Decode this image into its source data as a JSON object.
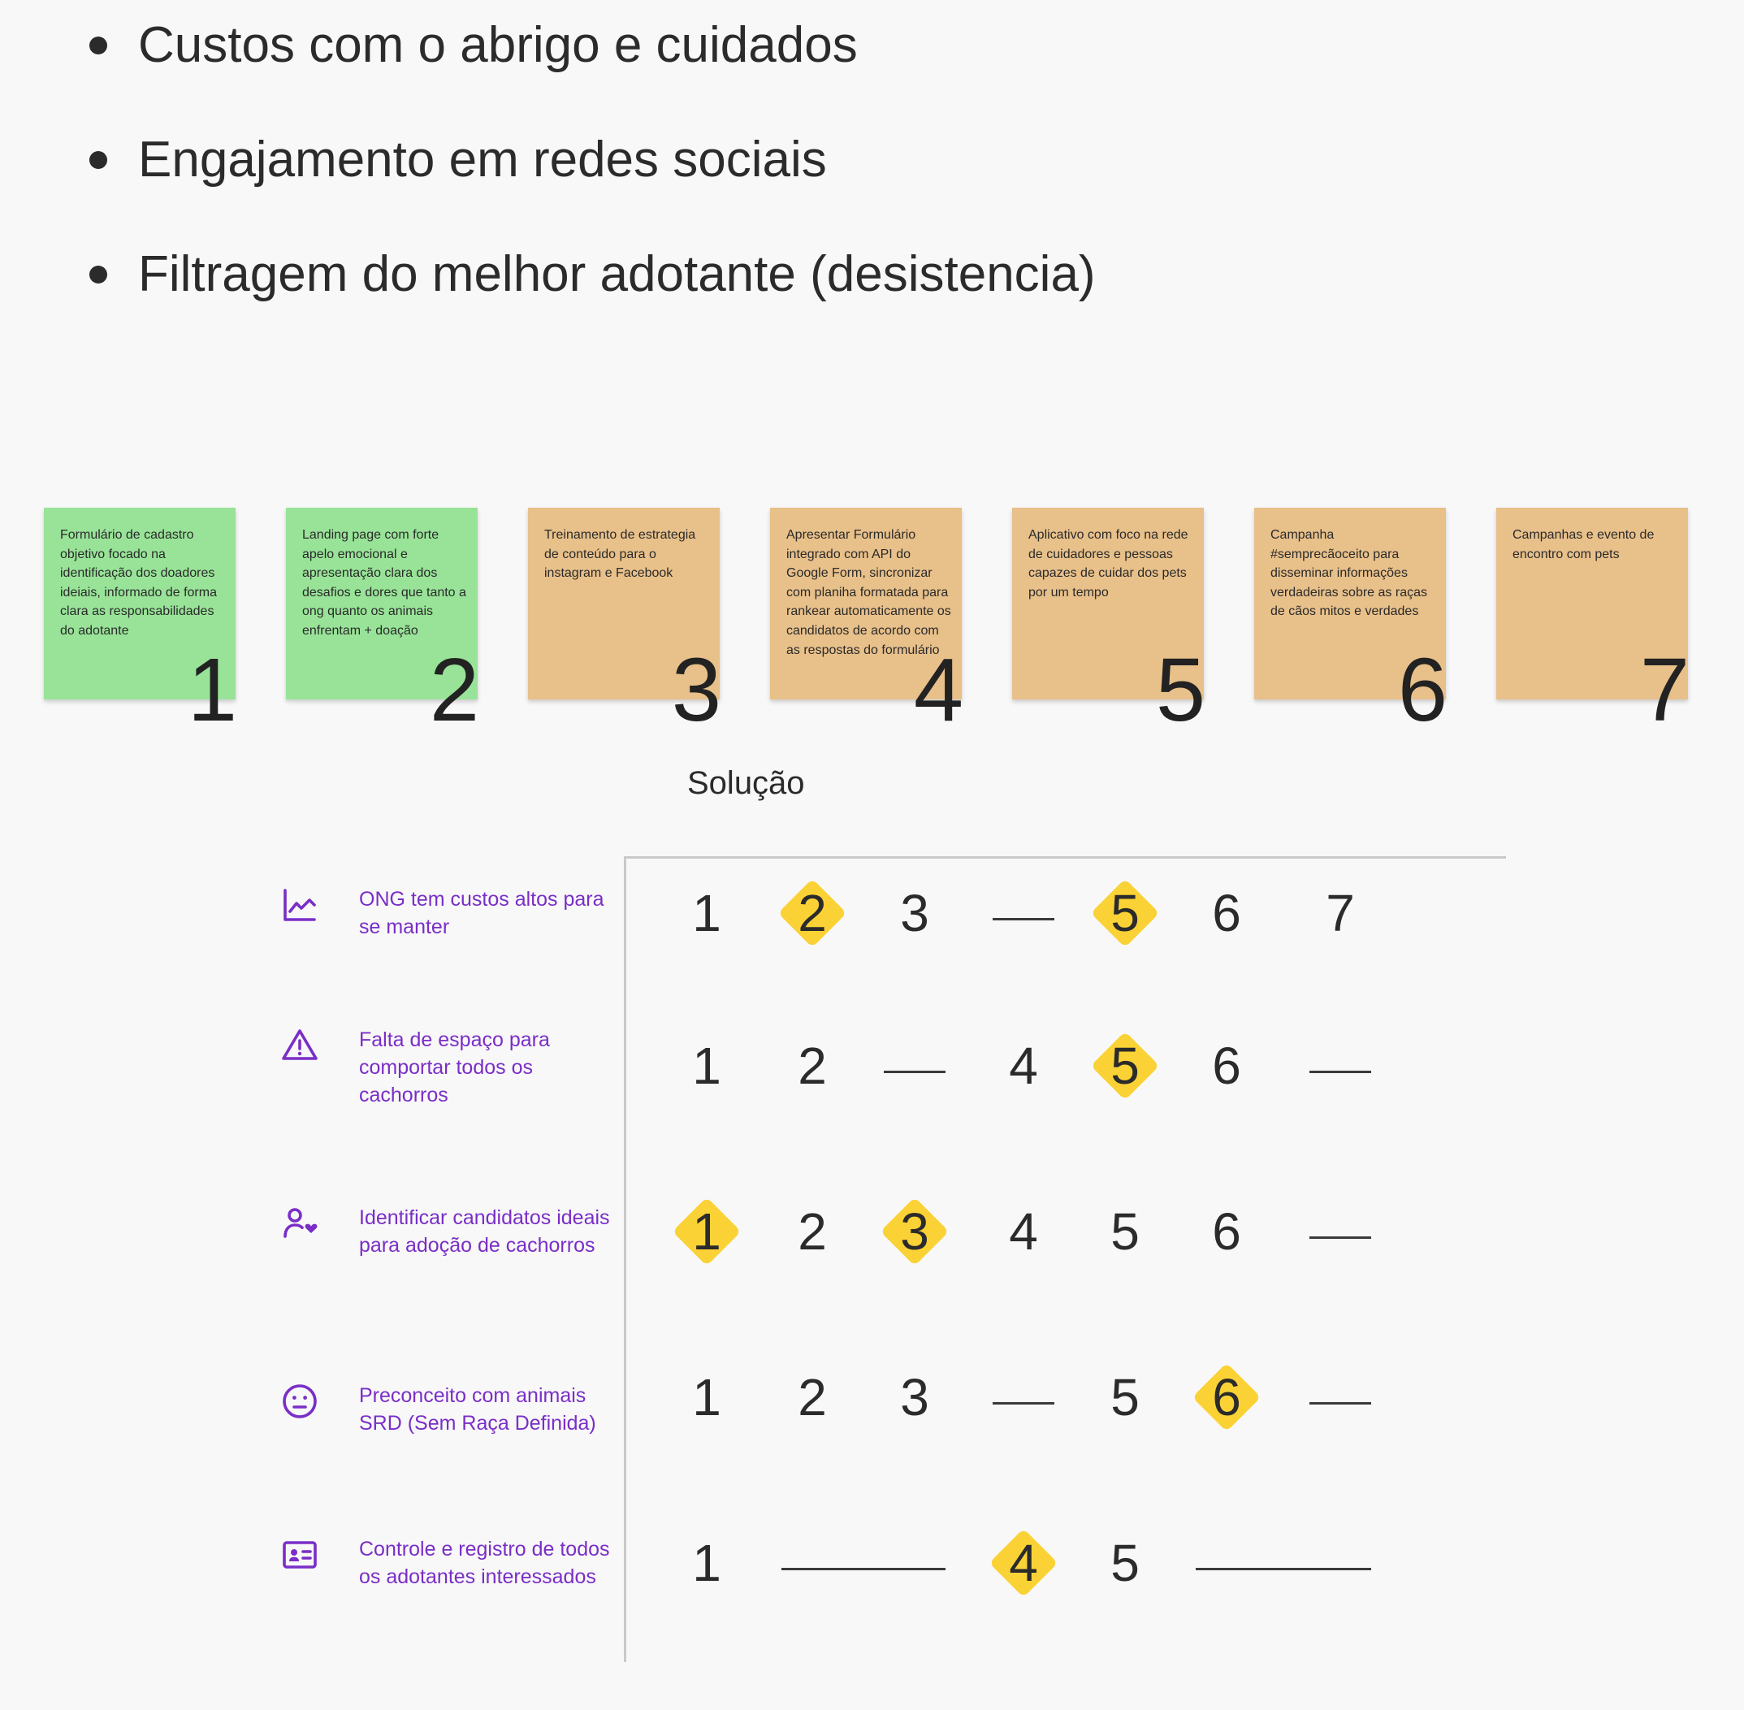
{
  "bullets": [
    "Custos com o abrigo e cuidados",
    "Engajamento em redes sociais",
    "Filtragem do melhor adotante (desistencia)"
  ],
  "colors": {
    "note_green": "#98e398",
    "note_orange": "#e8c08a",
    "highlight": "#fbd235",
    "problem_text": "#7a2ec7",
    "axis": "#c9c9c9"
  },
  "notes": [
    {
      "number": "1",
      "color": "green",
      "text": "Formulário de cadastro objetivo focado na identificação dos doadores ideiais, informado de forma clara as responsabilidades do adotante"
    },
    {
      "number": "2",
      "color": "green",
      "text": "Landing page com forte apelo emocional e apresentação clara dos desafios e dores que tanto a ong quanto os animais enfrentam + doação"
    },
    {
      "number": "3",
      "color": "orange",
      "text": "Treinamento de estrategia de conteúdo para o instagram e Facebook"
    },
    {
      "number": "4",
      "color": "orange",
      "text": "Apresentar Formulário integrado com API do Google Form, sincronizar com planiha formatada para rankear automaticamente os candidatos de acordo com as respostas do formulário"
    },
    {
      "number": "5",
      "color": "orange",
      "text": "Aplicativo com foco na rede de cuidadores e pessoas capazes de cuidar dos pets por um tempo"
    },
    {
      "number": "6",
      "color": "orange",
      "text": "Campanha #semprecãoceito para disseminar informações verdadeiras sobre as raças de cãos mitos e verdades"
    },
    {
      "number": "7",
      "color": "orange",
      "text": "Campanhas  e evento de encontro com pets"
    }
  ],
  "solution_label": "Solução",
  "problems": [
    {
      "icon": "chart-line-icon",
      "text": "ONG tem custos altos para se manter"
    },
    {
      "icon": "warning-triangle-icon",
      "text": "Falta de espaço para comportar todos os cachorros"
    },
    {
      "icon": "user-heart-icon",
      "text": "Identificar candidatos ideais para adoção de cachorros"
    },
    {
      "icon": "neutral-face-icon",
      "text": "Preconceito com animais SRD (Sem Raça Definida)"
    },
    {
      "icon": "id-card-icon",
      "text": "Controle e registro de todos os adotantes interessados"
    }
  ],
  "matrix": [
    [
      {
        "label": "1",
        "highlight": false
      },
      {
        "label": "2",
        "highlight": true
      },
      {
        "label": "3",
        "highlight": false
      },
      {
        "label": null,
        "highlight": false
      },
      {
        "label": "5",
        "highlight": true
      },
      {
        "label": "6",
        "highlight": false
      },
      {
        "label": "7",
        "highlight": false
      }
    ],
    [
      {
        "label": "1",
        "highlight": false
      },
      {
        "label": "2",
        "highlight": false
      },
      {
        "label": null,
        "highlight": false
      },
      {
        "label": "4",
        "highlight": false
      },
      {
        "label": "5",
        "highlight": true
      },
      {
        "label": "6",
        "highlight": false
      },
      {
        "label": null,
        "highlight": false
      }
    ],
    [
      {
        "label": "1",
        "highlight": true
      },
      {
        "label": "2",
        "highlight": false
      },
      {
        "label": "3",
        "highlight": true
      },
      {
        "label": "4",
        "highlight": false
      },
      {
        "label": "5",
        "highlight": false
      },
      {
        "label": "6",
        "highlight": false
      },
      {
        "label": null,
        "highlight": false
      }
    ],
    [
      {
        "label": "1",
        "highlight": false
      },
      {
        "label": "2",
        "highlight": false
      },
      {
        "label": "3",
        "highlight": false
      },
      {
        "label": null,
        "highlight": false
      },
      {
        "label": "5",
        "highlight": false
      },
      {
        "label": "6",
        "highlight": true
      },
      {
        "label": null,
        "highlight": false
      }
    ],
    [
      {
        "label": "1",
        "highlight": false
      },
      {
        "label": null,
        "highlight": false
      },
      {
        "label": null,
        "highlight": false
      },
      {
        "label": "4",
        "highlight": true
      },
      {
        "label": "5",
        "highlight": false
      },
      {
        "label": null,
        "highlight": false
      },
      {
        "label": null,
        "highlight": false
      }
    ]
  ]
}
